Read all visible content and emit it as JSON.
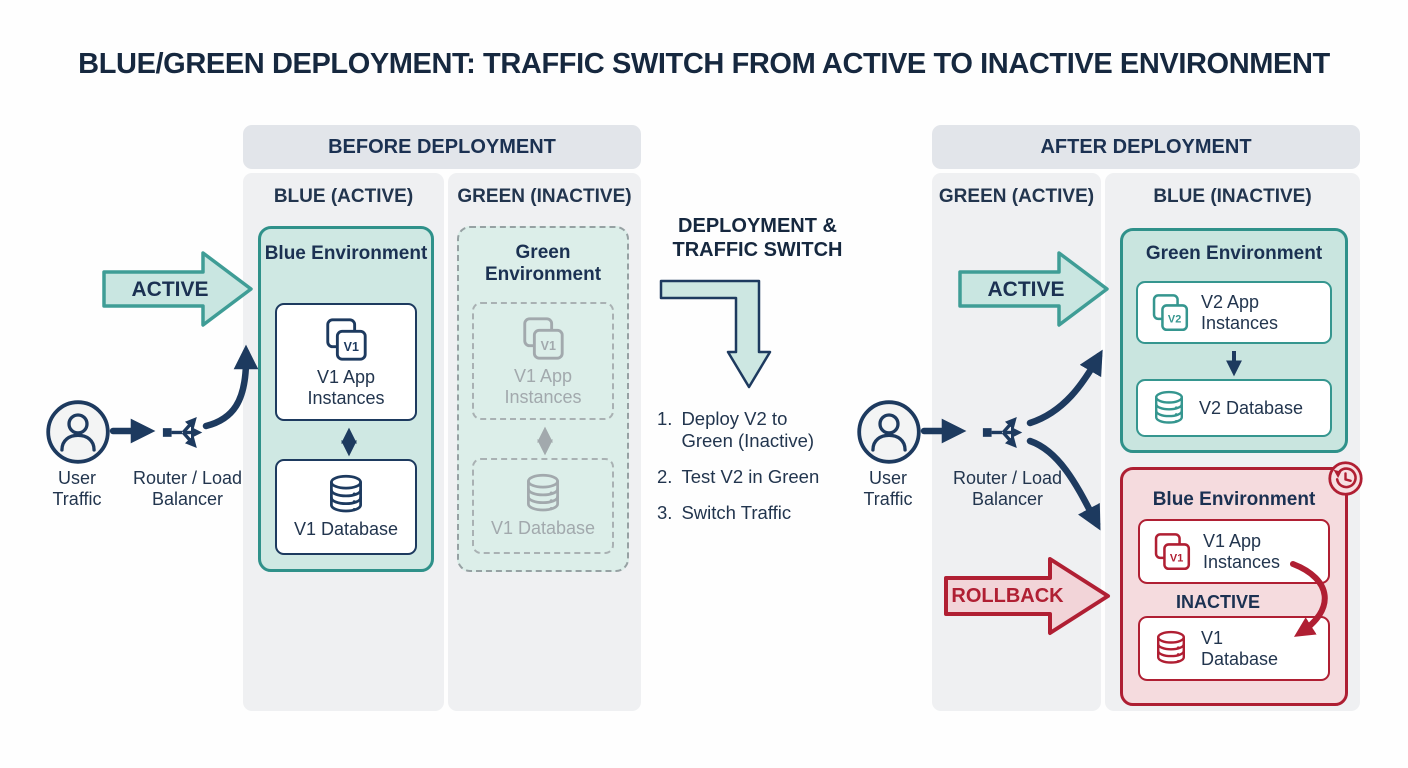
{
  "title": "BLUE/GREEN DEPLOYMENT: TRAFFIC SWITCH FROM ACTIVE TO INACTIVE ENVIRONMENT",
  "colors": {
    "navy": "#1d3a5f",
    "teal": "#2f918a",
    "teal_fill": "#cfe8e3",
    "mint_fill": "#dceee9",
    "red": "#b01f33",
    "pink_fill": "#f5dbde",
    "inactive_gray": "#a2a9ad",
    "panel_header_bg": "#e2e5ea",
    "column_bg": "#eff0f2"
  },
  "before": {
    "header": "BEFORE DEPLOYMENT",
    "col_blue": "BLUE (ACTIVE)",
    "col_green": "GREEN (INACTIVE)",
    "blue_env": {
      "title": "Blue Environment",
      "app_badge": "V1",
      "app_label": "V1 App Instances",
      "db_label": "V1 Database"
    },
    "green_env": {
      "title": "Green Environment",
      "app_badge": "V1",
      "app_label": "V1 App Instances",
      "db_label": "V1 Database"
    }
  },
  "transition": {
    "heading": "DEPLOYMENT & TRAFFIC SWITCH",
    "steps": [
      {
        "num": "1.",
        "text": "Deploy V2 to Green (Inactive)"
      },
      {
        "num": "2.",
        "text": "Test V2 in Green"
      },
      {
        "num": "3.",
        "text": "Switch Traffic"
      }
    ]
  },
  "after": {
    "header": "AFTER DEPLOYMENT",
    "col_green": "GREEN (ACTIVE)",
    "col_blue": "BLUE (INACTIVE)",
    "green_env": {
      "title": "Green Environment",
      "app_badge": "V2",
      "app_label": "V2 App Instances",
      "db_label": "V2 Database"
    },
    "blue_env": {
      "title": "Blue Environment",
      "app_badge": "V1",
      "app_label": "V1 App Instances",
      "status": "INACTIVE",
      "db_label": "V1 Database"
    }
  },
  "flow_left": {
    "active": "ACTIVE",
    "user": "User Traffic",
    "router": "Router / Load Balancer"
  },
  "flow_right": {
    "active": "ACTIVE",
    "rollback": "ROLLBACK",
    "user": "User Traffic",
    "router": "Router / Load Balancer"
  }
}
